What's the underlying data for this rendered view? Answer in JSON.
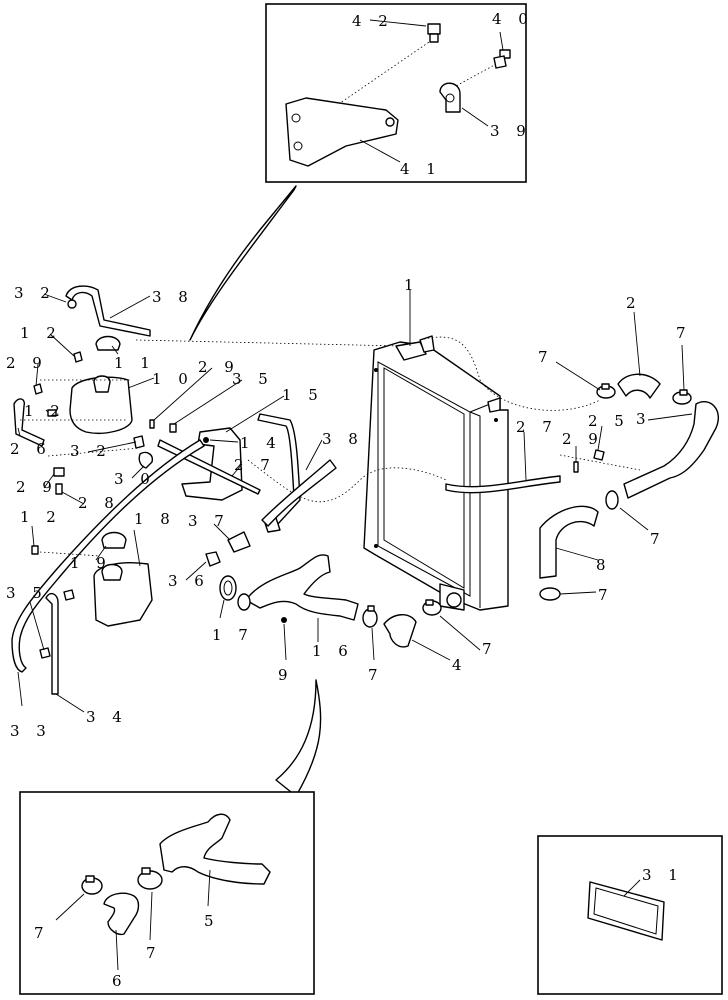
{
  "labels": {
    "l1": "1",
    "l2": "2",
    "l3": "3",
    "l4": "4",
    "l5": "5",
    "l6": "6",
    "l7a": "7",
    "l7b": "7",
    "l7c": "7",
    "l7d": "7",
    "l7e": "7",
    "l7f": "7",
    "l7g": "7",
    "l7h": "7",
    "l7i": "7",
    "l8": "8",
    "l9": "9",
    "l10": "1 0",
    "l11": "1 1",
    "l12a": "1 2",
    "l12b": "1 2",
    "l12c": "1 2",
    "l14": "1 4",
    "l15": "1 5",
    "l16": "1 6",
    "l17": "1 7",
    "l18": "1 8",
    "l19": "1 9",
    "l25": "2 5",
    "l26": "2 6",
    "l27a": "2 7",
    "l27b": "2 7",
    "l28": "2 8",
    "l29a": "2 9",
    "l29b": "2 9",
    "l29c": "2 9",
    "l29d": "2 9",
    "l30": "3 0",
    "l31": "3 1",
    "l32a": "3 2",
    "l32b": "3 2",
    "l33": "3 3",
    "l34": "3 4",
    "l35a": "3 5",
    "l35b": "3 5",
    "l36": "3 6",
    "l37": "3 7",
    "l38a": "3 8",
    "l38b": "3 8",
    "l39": "3 9",
    "l40": "4 0",
    "l41": "4 1",
    "l42": "4 2"
  }
}
